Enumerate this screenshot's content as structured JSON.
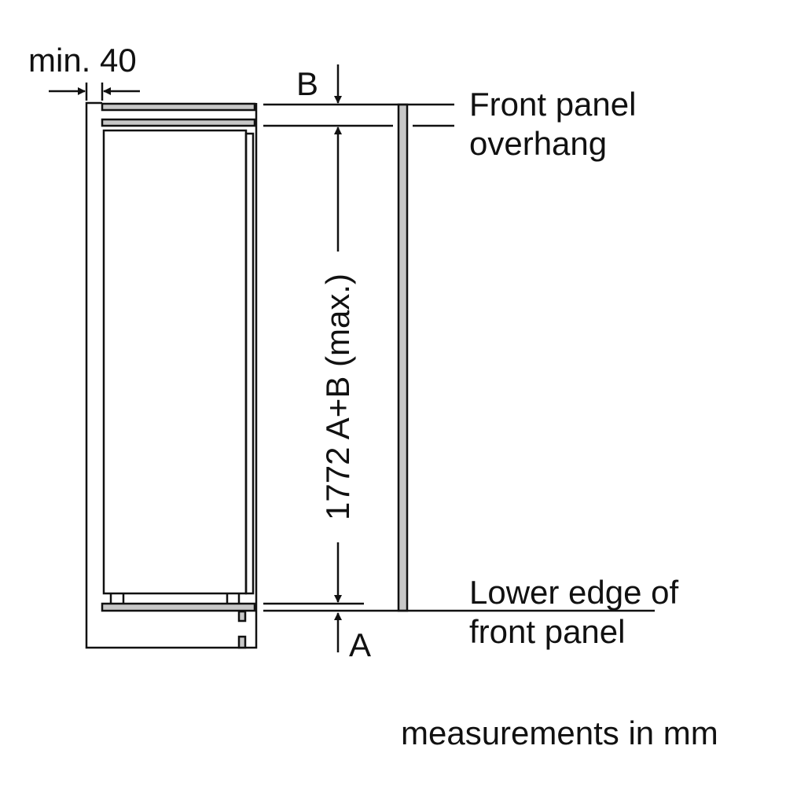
{
  "labels": {
    "min_gap": "min. 40",
    "b": "B",
    "a": "A",
    "front_panel_overhang": [
      "Front panel",
      "overhang"
    ],
    "lower_edge": [
      "Lower edge of",
      "front panel"
    ],
    "height_dimension": "1772 A+B (max.)",
    "units_note": "measurements in mm"
  },
  "colors": {
    "line": "#111111",
    "panel_fill": "#c8c8c8"
  }
}
